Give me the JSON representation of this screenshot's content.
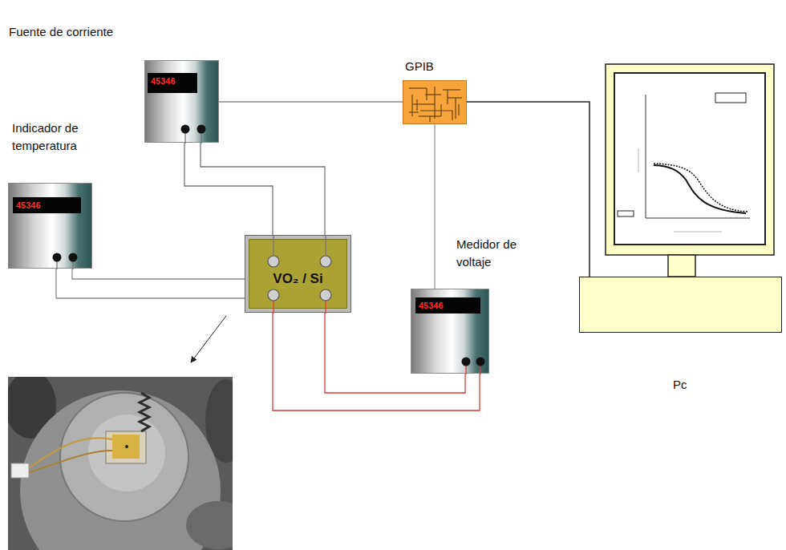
{
  "diagram": {
    "nodes": [
      {
        "text": [
          "Fuente de corriente",
          "45346"
        ]
      },
      {
        "text": [
          "GPIB"
        ]
      },
      {
        "text": [
          "Indicador de temperatura",
          "45346"
        ]
      },
      {
        "text": [
          "VO₂ / Si"
        ]
      },
      {
        "text": [
          "Medidor de voltaje",
          "45346"
        ]
      },
      {
        "text": [
          "Pc"
        ]
      }
    ],
    "edges": [
      {
        "from": 0,
        "to": 1,
        "arrow": "none"
      },
      {
        "from": 0,
        "to": 3,
        "arrow": "none"
      },
      {
        "from": 0,
        "to": 3,
        "arrow": "none"
      },
      {
        "from": 2,
        "to": 3,
        "arrow": "none"
      },
      {
        "from": 2,
        "to": 3,
        "arrow": "none"
      },
      {
        "from": 1,
        "to": 5,
        "arrow": "none"
      },
      {
        "from": 1,
        "to": 4,
        "arrow": "none"
      },
      {
        "from": 3,
        "to": 4,
        "arrow": "none"
      },
      {
        "from": 3,
        "to": 4,
        "arrow": "none"
      }
    ]
  }
}
